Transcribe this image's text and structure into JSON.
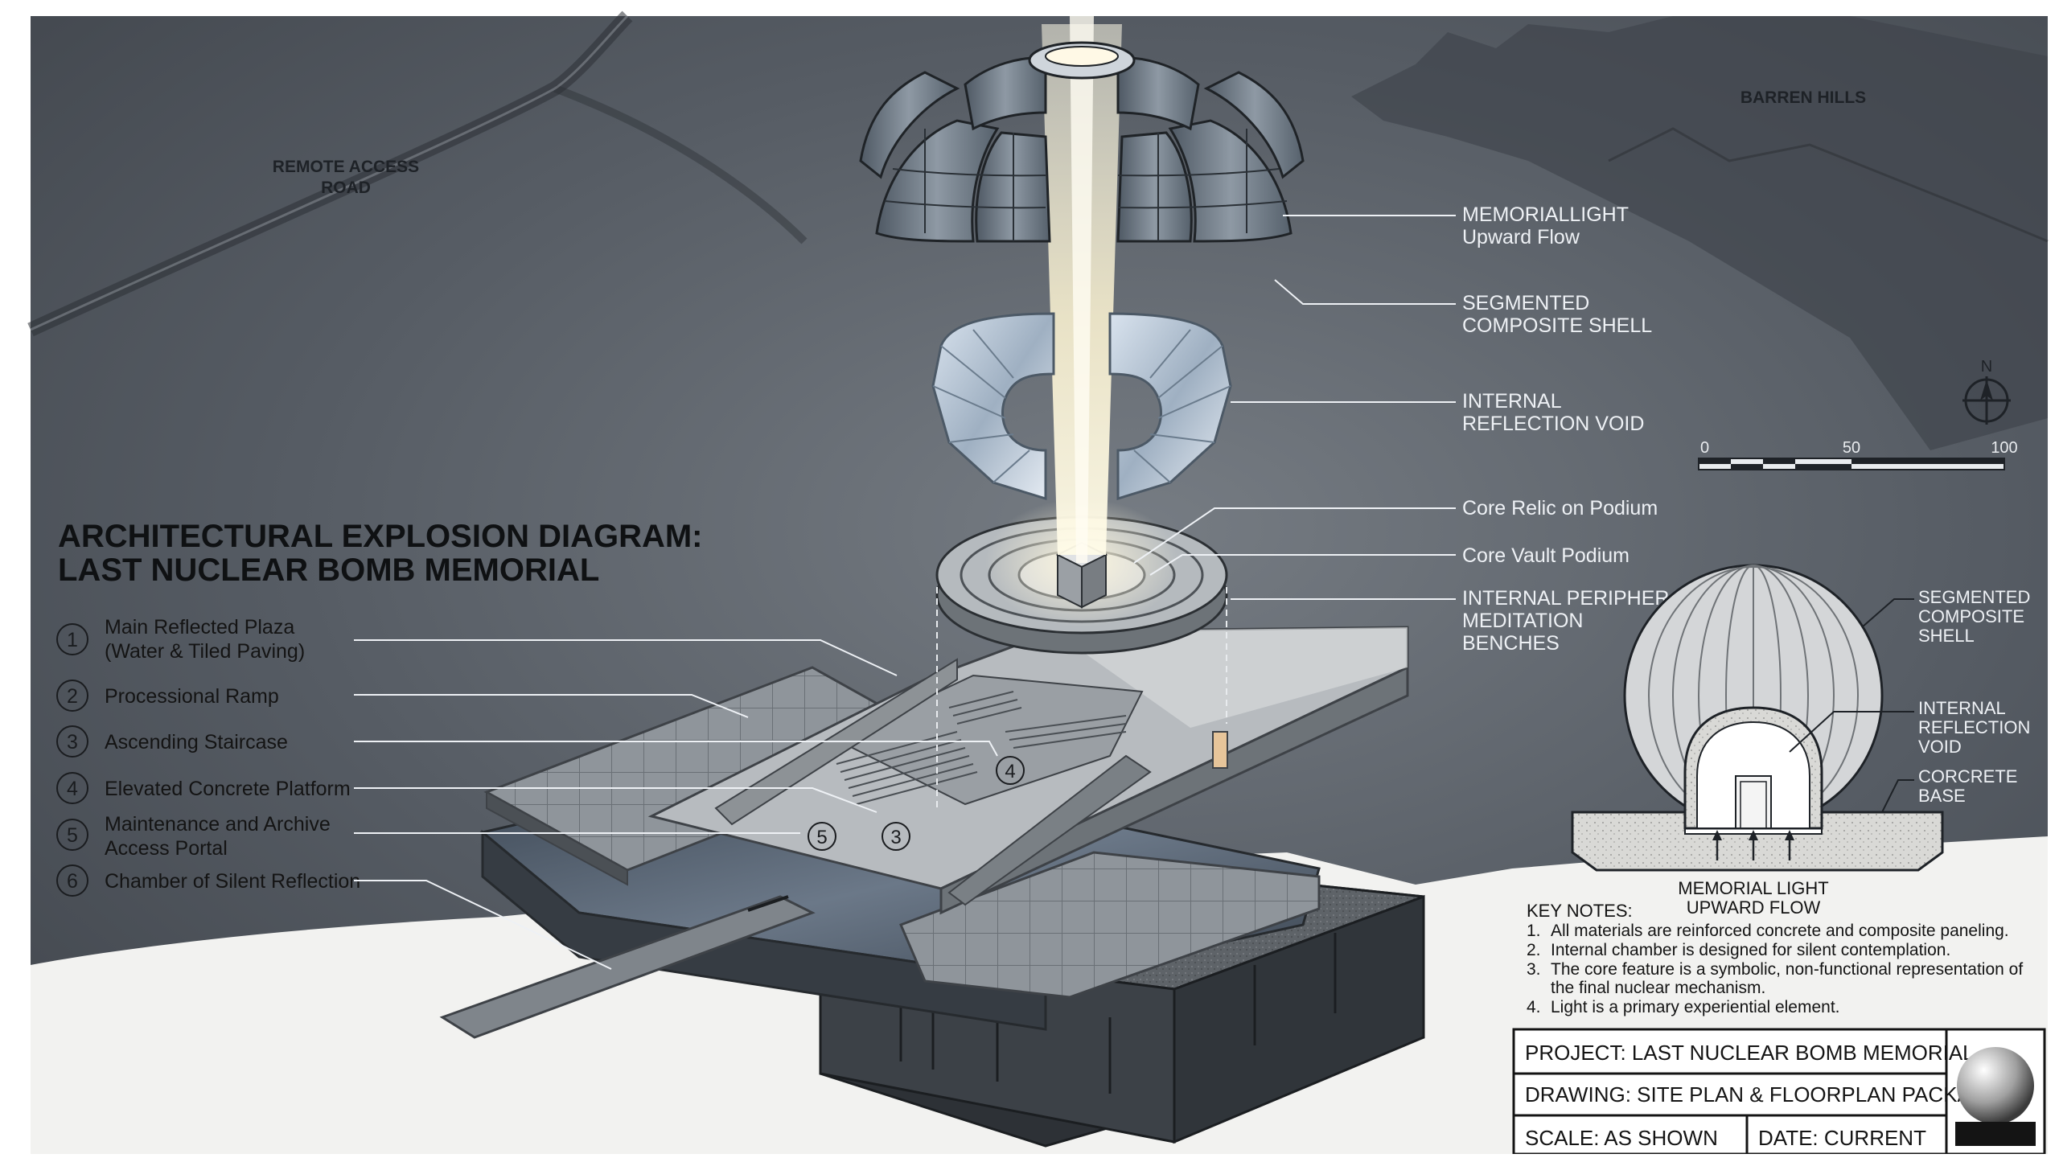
{
  "title": {
    "line1": "ARCHITECTURAL EXPLOSION DIAGRAM:",
    "line2": "LAST NUCLEAR BOMB MEMORIAL"
  },
  "legend": [
    {
      "num": "1",
      "line1": "Main Reflected Plaza",
      "line2": "(Water & Tiled Paving)"
    },
    {
      "num": "2",
      "line1": "Processional Ramp",
      "line2": ""
    },
    {
      "num": "3",
      "line1": "Ascending Staircase",
      "line2": ""
    },
    {
      "num": "4",
      "line1": "Elevated Concrete Platform",
      "line2": ""
    },
    {
      "num": "5",
      "line1": "Maintenance and Archive",
      "line2": "Access Portal"
    },
    {
      "num": "6",
      "line1": "Chamber of Silent Reflection",
      "line2": ""
    }
  ],
  "callouts": {
    "memorial_light": {
      "line1": "MEMORIALLIGHT",
      "line2": "Upward Flow"
    },
    "shell": {
      "line1": "SEGMENTED",
      "line2": "COMPOSITE SHELL"
    },
    "void": {
      "line1": "INTERNAL",
      "line2": "REFLECTION VOID"
    },
    "relic": "Core Relic on Podium",
    "podium": "Core Vault Podium",
    "benches": {
      "line1": "INTERNAL PERIPHERAL",
      "line2": "MEDITATION",
      "line3": "BENCHES"
    }
  },
  "site": {
    "road": {
      "line1": "REMOTE ACCESS",
      "line2": "ROAD"
    },
    "hills": "BARREN HILLS"
  },
  "on_drawing_markers": [
    "4",
    "5",
    "3"
  ],
  "north_arrow": "N",
  "scale_bar": {
    "ticks": [
      "0",
      "50",
      "100"
    ]
  },
  "section": {
    "shell": {
      "line1": "SEGMENTED",
      "line2": "COMPOSITE",
      "line3": "SHELL"
    },
    "void": {
      "line1": "INTERNAL",
      "line2": "REFLECTION",
      "line3": "VOID"
    },
    "base": {
      "line1": "CORCRETE",
      "line2": "BASE"
    },
    "light": {
      "line1": "MEMORIAL LIGHT",
      "line2": "UPWARD FLOW"
    }
  },
  "key_notes": {
    "heading": "KEY NOTES:",
    "items": [
      {
        "n": "1.",
        "line1": "All materials are reinforced concrete and composite paneling.",
        "line2": ""
      },
      {
        "n": "2.",
        "line1": "Internal chamber is designed for silent contemplation.",
        "line2": ""
      },
      {
        "n": "3.",
        "line1": "The core feature is a symbolic, non-functional representation of",
        "line2": "the final nuclear mechanism."
      },
      {
        "n": "4.",
        "line1": "Light is a primary experiential element.",
        "line2": ""
      }
    ]
  },
  "title_block": {
    "project": "PROJECT: LAST NUCLEAR BOMB MEMORIAL",
    "drawing": "DRAWING: SITE PLAN & FLOORPLAN PACKAGE",
    "scale": "SCALE: AS SHOWN",
    "date": "DATE: CURRENT"
  },
  "colors": {
    "ground": "#4f555d",
    "sky_light": "#6f757c",
    "snow": "#f2f2f0",
    "concrete": "#8d9296",
    "shell": "#5e6872",
    "light_beam": "#fff7d8"
  }
}
